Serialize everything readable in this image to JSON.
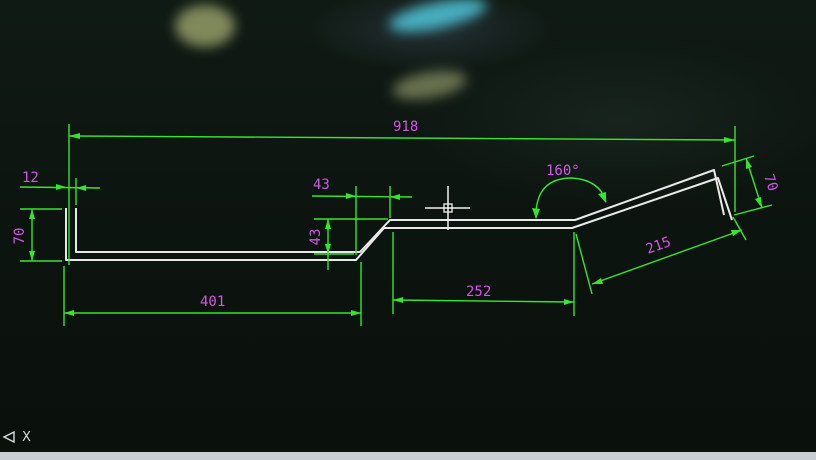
{
  "drawing": {
    "dimensions": {
      "overall_length": "918",
      "left_flange_thickness": "12",
      "left_flange_height": "70",
      "step_horizontal": "43",
      "step_vertical": "43",
      "bottom_run": "401",
      "middle_run": "252",
      "bend_angle": "160°",
      "inclined_run": "215",
      "right_flange_height": "70"
    }
  },
  "command_line": {
    "close_symbol": "X"
  },
  "colors": {
    "dimension": "#35e52e",
    "dimension_text": "#d455e6",
    "geometry": "#e9e9e9",
    "background": "#0c130e"
  }
}
